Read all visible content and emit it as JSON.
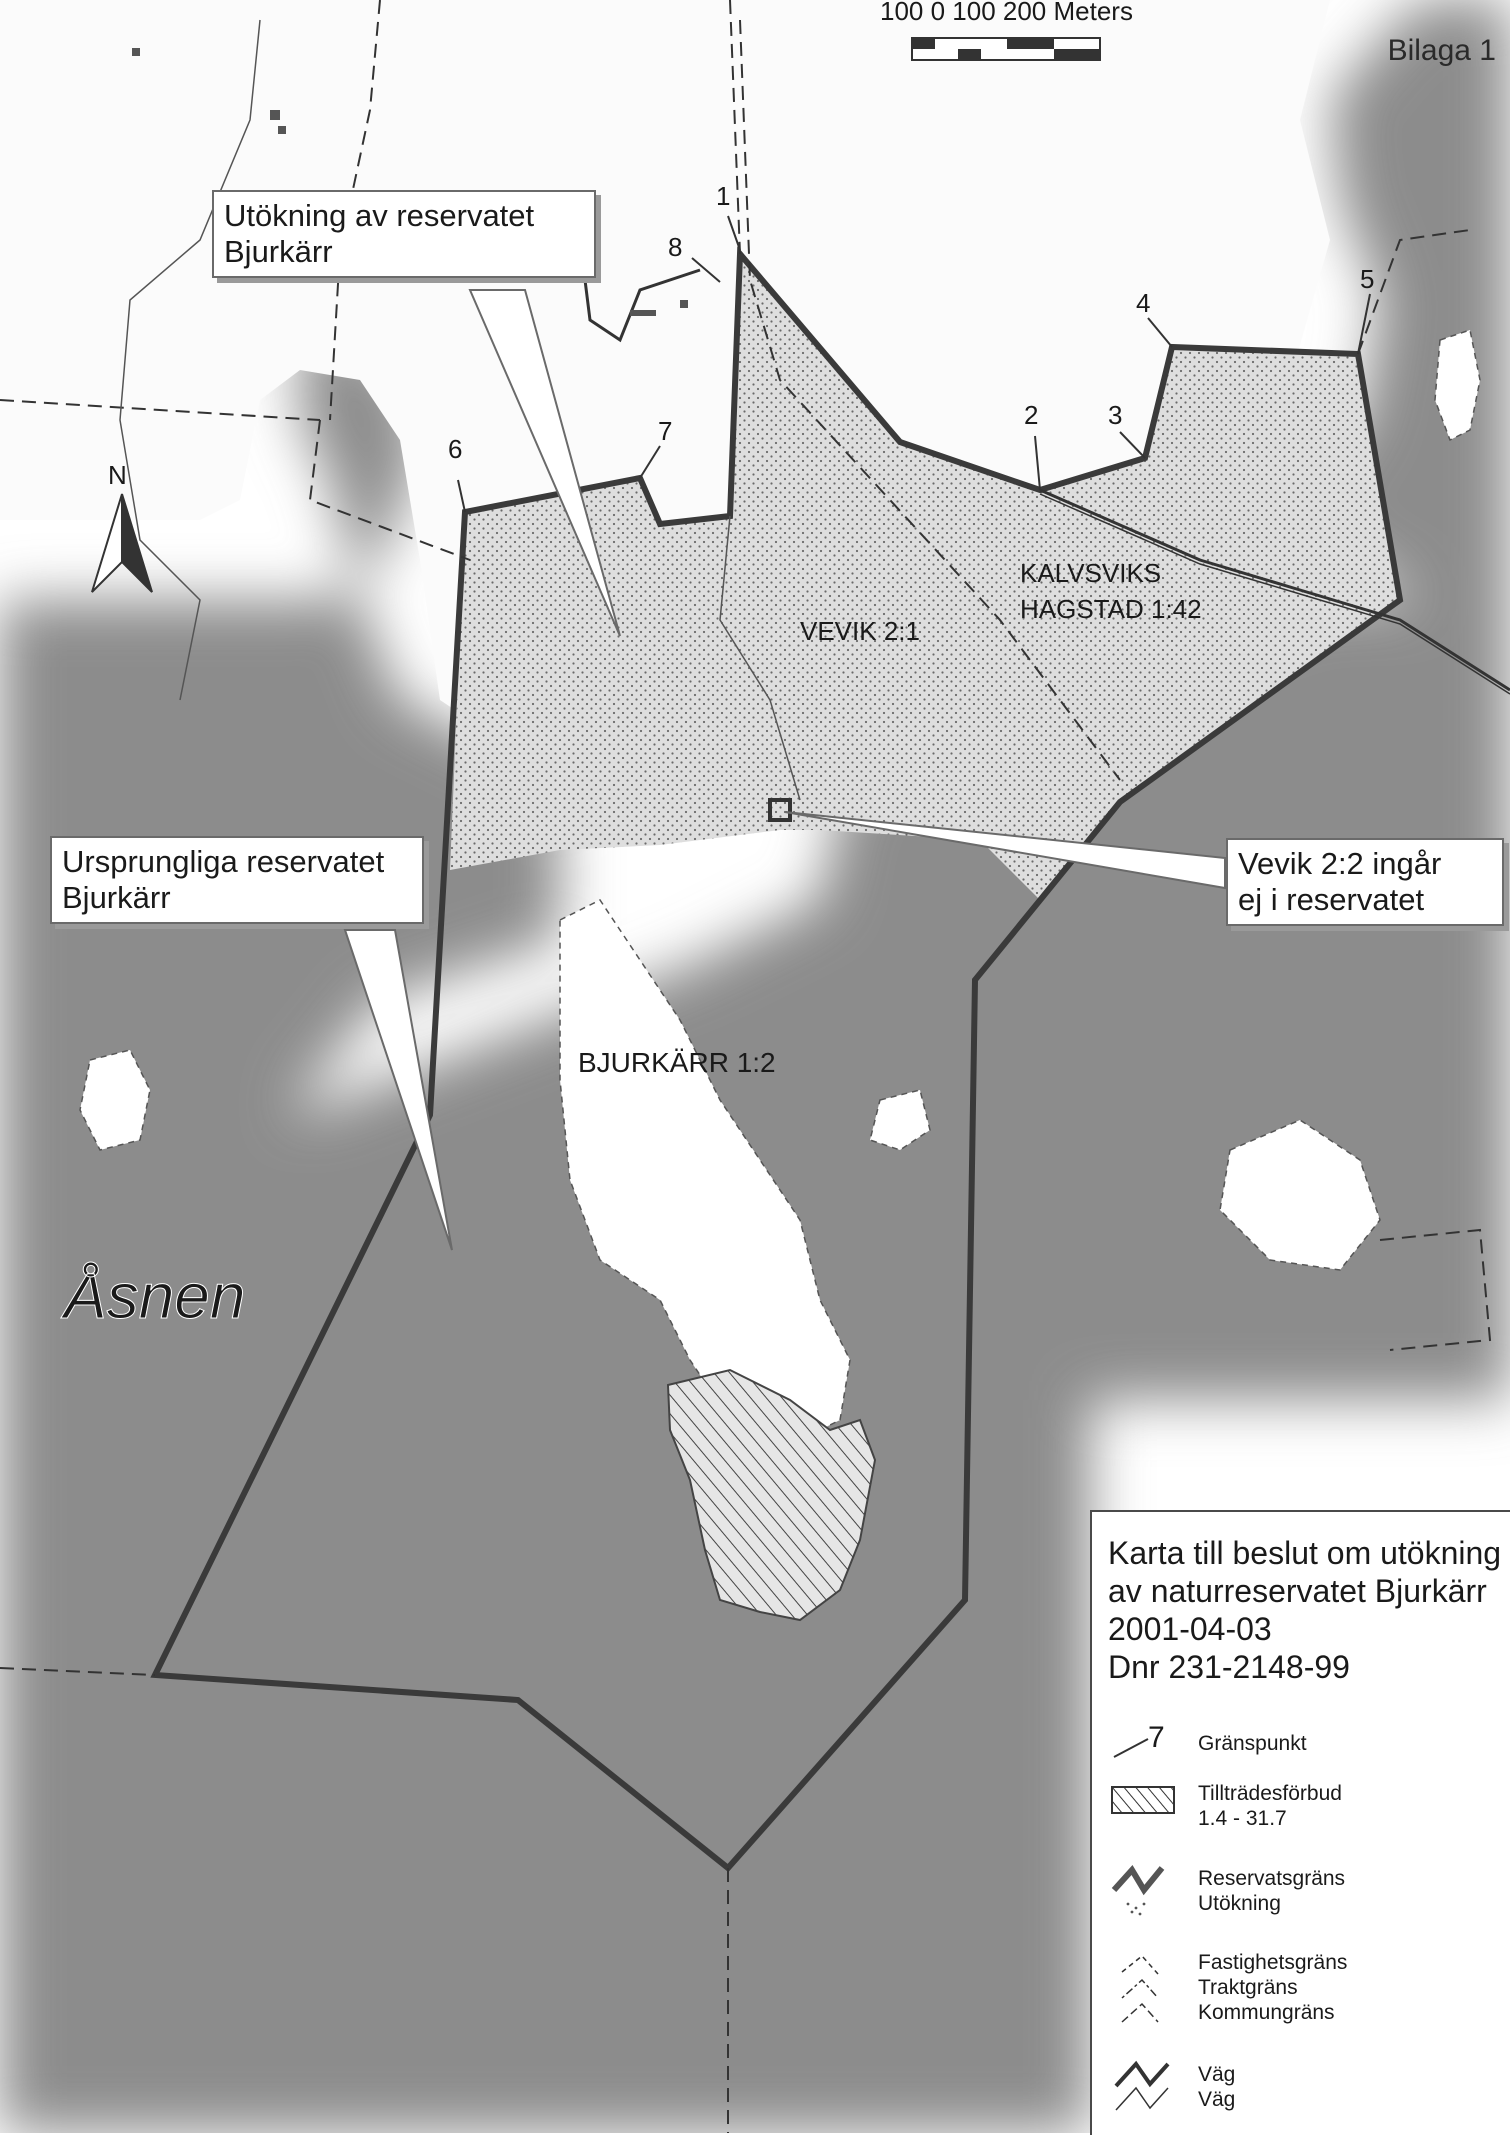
{
  "document_label": "Bilaga 1",
  "scale_bar": {
    "label": "100    0     100 200   Meters"
  },
  "north_arrow": {
    "label": "N"
  },
  "callouts": {
    "expansion": "Utökning av reservatet\nBjurkärr",
    "original": "Ursprungliga reservatet\nBjurkärr",
    "vevik22": "Vevik 2:2 ingår\nej i reservatet"
  },
  "place_names": {
    "lake": "Åsnen",
    "vevik21": "VEVIK 2:1",
    "kalvsviks": "KALVSVIKS\nHAGSTAD 1:42",
    "bjurkarr12": "BJURKÄRR 1:2"
  },
  "boundary_points": [
    "1",
    "2",
    "3",
    "4",
    "5",
    "6",
    "7",
    "8"
  ],
  "legend": {
    "title": "Karta till beslut om utökning\nav naturreservatet Bjurkärr\n2001-04-03\nDnr 231-2148-99",
    "items": [
      {
        "symbol_number": "7",
        "label": "Gränspunkt"
      },
      {
        "label": "Tillträdesförbud\n1.4 - 31.7"
      },
      {
        "label": "Reservatsgräns\nUtökning"
      },
      {
        "label": "Fastighetsgräns\nTraktgräns\nKommungräns"
      },
      {
        "label": "Väg\nVäg"
      }
    ]
  },
  "colors": {
    "water": "#8c8c8c",
    "boundary": "#3a3a3a",
    "expansion_fill": "#d9d9d9",
    "hatch": "#444444"
  }
}
